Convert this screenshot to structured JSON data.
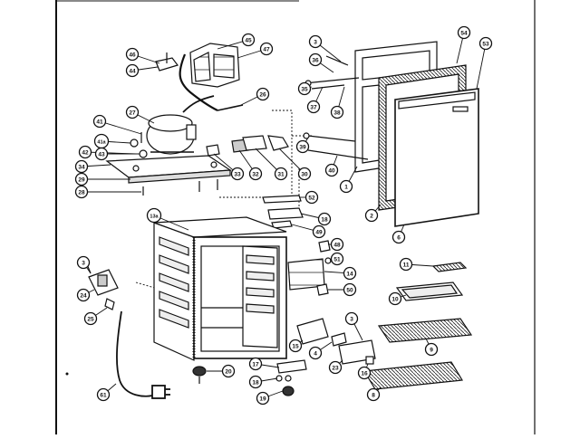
{
  "diagram": {
    "callouts": [
      {
        "id": "c-46",
        "label": "46"
      },
      {
        "id": "c-44",
        "label": "44"
      },
      {
        "id": "c-45",
        "label": "45"
      },
      {
        "id": "c-47",
        "label": "47"
      },
      {
        "id": "c-26",
        "label": "26"
      },
      {
        "id": "c-27",
        "label": "27"
      },
      {
        "id": "c-41",
        "label": "41"
      },
      {
        "id": "c-41a",
        "label": "41a"
      },
      {
        "id": "c-42",
        "label": "42"
      },
      {
        "id": "c-43",
        "label": "43"
      },
      {
        "id": "c-34",
        "label": "34"
      },
      {
        "id": "c-29",
        "label": "29"
      },
      {
        "id": "c-28",
        "label": "28"
      },
      {
        "id": "c-33",
        "label": "33"
      },
      {
        "id": "c-32",
        "label": "32"
      },
      {
        "id": "c-31",
        "label": "31"
      },
      {
        "id": "c-30",
        "label": "30"
      },
      {
        "id": "c-3a",
        "label": "3"
      },
      {
        "id": "c-36",
        "label": "36"
      },
      {
        "id": "c-35",
        "label": "35"
      },
      {
        "id": "c-37",
        "label": "37"
      },
      {
        "id": "c-38",
        "label": "38"
      },
      {
        "id": "c-39",
        "label": "39"
      },
      {
        "id": "c-40",
        "label": "40"
      },
      {
        "id": "c-1",
        "label": "1"
      },
      {
        "id": "c-2",
        "label": "2"
      },
      {
        "id": "c-6",
        "label": "6"
      },
      {
        "id": "c-54",
        "label": "54"
      },
      {
        "id": "c-53",
        "label": "53"
      },
      {
        "id": "c-52",
        "label": "52"
      },
      {
        "id": "c-18",
        "label": "18"
      },
      {
        "id": "c-49",
        "label": "49"
      },
      {
        "id": "c-13a",
        "label": "13a"
      },
      {
        "id": "c-48",
        "label": "48"
      },
      {
        "id": "c-51",
        "label": "51"
      },
      {
        "id": "c-14",
        "label": "14"
      },
      {
        "id": "c-50",
        "label": "50"
      },
      {
        "id": "c-11",
        "label": "11"
      },
      {
        "id": "c-10",
        "label": "10"
      },
      {
        "id": "c-3b",
        "label": "3"
      },
      {
        "id": "c-24",
        "label": "24"
      },
      {
        "id": "c-25",
        "label": "25"
      },
      {
        "id": "c-15",
        "label": "15"
      },
      {
        "id": "c-4",
        "label": "4"
      },
      {
        "id": "c-3c",
        "label": "3"
      },
      {
        "id": "c-23",
        "label": "23"
      },
      {
        "id": "c-16",
        "label": "16"
      },
      {
        "id": "c-9",
        "label": "9"
      },
      {
        "id": "c-8",
        "label": "8"
      },
      {
        "id": "c-20",
        "label": "20"
      },
      {
        "id": "c-17",
        "label": "17"
      },
      {
        "id": "c-18b",
        "label": "18"
      },
      {
        "id": "c-19",
        "label": "19"
      },
      {
        "id": "c-61",
        "label": "61"
      }
    ]
  }
}
